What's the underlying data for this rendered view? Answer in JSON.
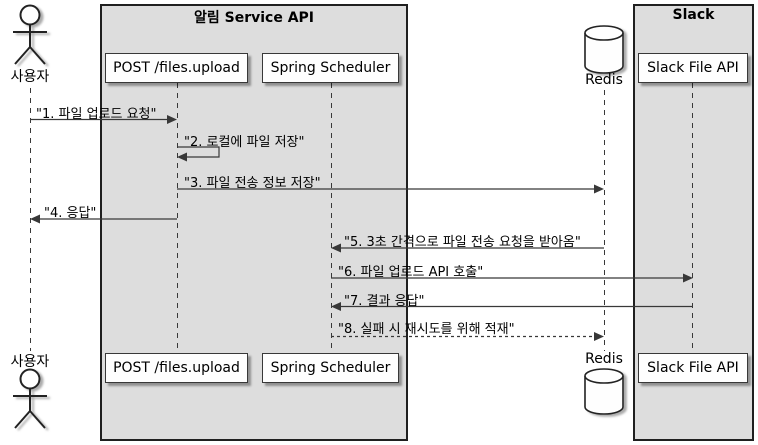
{
  "boxes": {
    "service_api": {
      "title": "알림 Service API"
    },
    "slack": {
      "title": "Slack"
    }
  },
  "actor": {
    "label": "사용자"
  },
  "participants": {
    "post_files_upload": {
      "label": "POST /files.upload"
    },
    "spring_scheduler": {
      "label": "Spring Scheduler"
    },
    "redis": {
      "label": "Redis"
    },
    "slack_file_api": {
      "label": "Slack File API"
    }
  },
  "messages": [
    {
      "label": "\"1. 파일 업로드 요청\"",
      "from": "사용자",
      "to": "POST /files.upload",
      "line": "solid",
      "direction": "right"
    },
    {
      "label": "\"2. 로컬에 파일 저장\"",
      "from": "POST /files.upload",
      "to": "POST /files.upload",
      "line": "solid",
      "direction": "self"
    },
    {
      "label": "\"3. 파일 전송 정보 저장\"",
      "from": "POST /files.upload",
      "to": "Redis",
      "line": "solid",
      "direction": "right"
    },
    {
      "label": "\"4. 응답\"",
      "from": "POST /files.upload",
      "to": "사용자",
      "line": "solid",
      "direction": "left"
    },
    {
      "label": "\"5. 3초 간격으로 파일 전송 요청을 받아옴\"",
      "from": "Redis",
      "to": "Spring Scheduler",
      "line": "solid",
      "direction": "left"
    },
    {
      "label": "\"6. 파일 업로드 API 호출\"",
      "from": "Spring Scheduler",
      "to": "Slack File API",
      "line": "solid",
      "direction": "right"
    },
    {
      "label": "\"7. 결과 응답\"",
      "from": "Slack File API",
      "to": "Spring Scheduler",
      "line": "solid",
      "direction": "left"
    },
    {
      "label": "\"8. 실패 시 재시도를 위해 적재\"",
      "from": "Spring Scheduler",
      "to": "Redis",
      "line": "dashed",
      "direction": "right"
    }
  ],
  "colors": {
    "background": "#FFFFFF",
    "box_fill": "#DDDDDD",
    "participant_fill": "#FEFEFE",
    "stroke": "#383838",
    "text": "#000000"
  }
}
